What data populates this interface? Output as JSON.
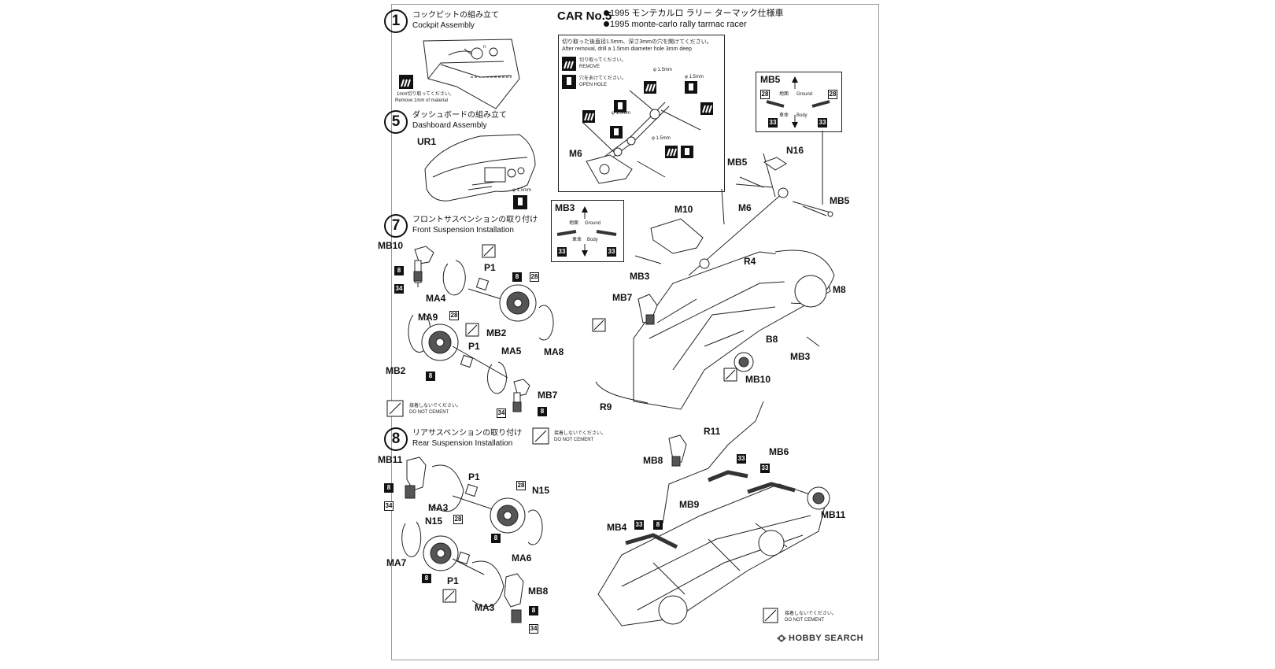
{
  "car": {
    "title": "CAR No.5",
    "jp_name": "1995 モンテカルロ ラリー ターマック仕様車",
    "en_name": "1995 monte-carlo rally tarmac racer"
  },
  "steps": {
    "cockpit": {
      "num": "1",
      "jp": "コックピットの組み立て",
      "en": "Cockpit Assembly",
      "note_jp": "1mm切り取ってください。",
      "note_en": "Remove 1mm of material",
      "part": "n"
    },
    "dashboard": {
      "num": "5",
      "jp": "ダッシュボードの組み立て",
      "en": "Dashboard Assembly",
      "part": "UR1",
      "drill": "φ 1.5mm"
    },
    "front": {
      "num": "7",
      "jp": "フロントサスペンションの取り付け",
      "en": "Front Suspension Installation"
    },
    "rear": {
      "num": "8",
      "jp": "リアサスペンションの取り付け",
      "en": "Rear Suspension Installation"
    }
  },
  "callout": {
    "jp": "切り取った後直径1.5mm、深さ3mmの穴を開けてください。",
    "en": "After removal, drill a 1.5mm diameter hole 3mm deep",
    "remove_jp": "切り取ってください。",
    "remove_en": "REMOVE",
    "hole_jp": "穴をあけてください。",
    "hole_en": "OPEN HOLE",
    "drill": "φ 1.5mm",
    "part": "M6"
  },
  "dnc": {
    "jp": "接着しないでください。",
    "en": "DO NOT CEMENT"
  },
  "orient": {
    "mb5": "MB5",
    "mb3": "MB3",
    "ground_jp": "地面",
    "ground_en": "Ground",
    "body_jp": "車体",
    "body_en": "Body",
    "n28": "28",
    "n33": "33"
  },
  "labels": {
    "mb5a": "MB5",
    "n16": "N16",
    "mb5b": "MB5",
    "m6": "M6",
    "m10": "M10",
    "mb3a": "MB3",
    "r4": "R4",
    "m8": "M8",
    "mb7a": "MB7",
    "b8": "B8",
    "mb3b": "MB3",
    "mb10a": "MB10",
    "r9": "R9",
    "mb10": "MB10",
    "p1a": "P1",
    "ma4": "MA4",
    "ma9": "MA9",
    "mb2a": "MB2",
    "p1b": "P1",
    "ma5": "MA5",
    "ma8": "MA8",
    "mb2b": "MB2",
    "mb7": "MB7",
    "mb11": "MB11",
    "p1c": "P1",
    "n15a": "N15",
    "ma3a": "MA3",
    "n15b": "N15",
    "ma6": "MA6",
    "ma7": "MA7",
    "p1d": "P1",
    "mb8": "MB8",
    "ma3b": "MA3",
    "r11": "R11",
    "mb8b": "MB8",
    "mb6": "MB6",
    "mb9": "MB9",
    "mb11b": "MB11",
    "mb4": "MB4"
  },
  "nums": {
    "n8": "8",
    "n28": "28",
    "n34": "34",
    "n33": "33"
  },
  "watermark": "HOBBY SEARCH"
}
